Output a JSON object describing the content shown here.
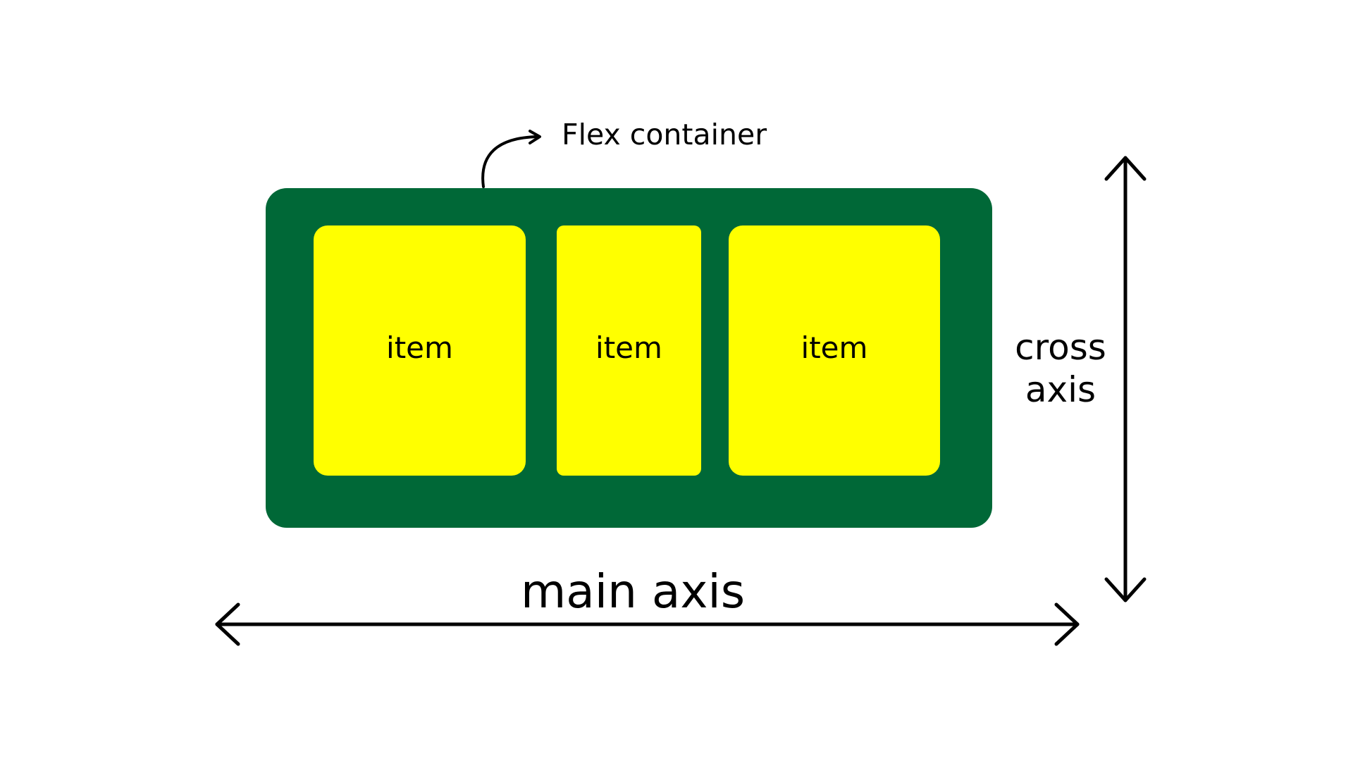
{
  "colors": {
    "container": "#006837",
    "item": "#ffff00",
    "stroke": "#000000",
    "background": "#ffffff"
  },
  "labels": {
    "flex_container": "Flex container",
    "main_axis": "main axis",
    "cross_axis": "cross axis"
  },
  "items": [
    {
      "label": "item"
    },
    {
      "label": "item"
    },
    {
      "label": "item"
    }
  ],
  "icons": {
    "callout": "curved-arrow-icon",
    "main_axis": "double-headed-horizontal-arrow-icon",
    "cross_axis": "double-headed-vertical-arrow-icon"
  }
}
